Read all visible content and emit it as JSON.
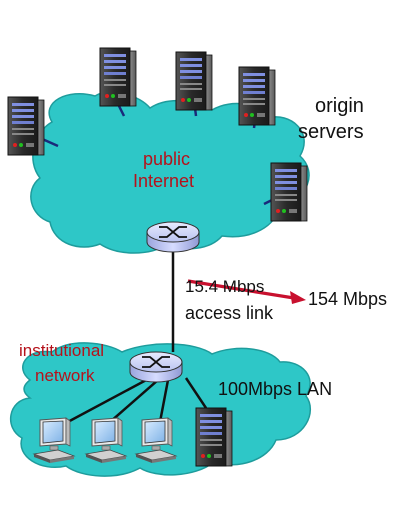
{
  "labels": {
    "origin_line1": "origin",
    "origin_line2": "servers",
    "public_line1": "public",
    "public_line2": "Internet",
    "access_speed_old": "15.4 Mbps",
    "access_link": "access link",
    "access_speed_new": "154 Mbps",
    "institutional_line1": "institutional",
    "institutional_line2": "network",
    "lan": "100Mbps LAN"
  },
  "colors": {
    "cloud_fill": "#2ec7c7",
    "cloud_stroke": "#1e9c9c",
    "label_red": "#b5121b",
    "arrow_red": "#c8102e",
    "link_color": "#111111"
  },
  "icons": {
    "server": "server-tower-icon",
    "router": "router-icon",
    "workstation": "desktop-computer-icon"
  }
}
